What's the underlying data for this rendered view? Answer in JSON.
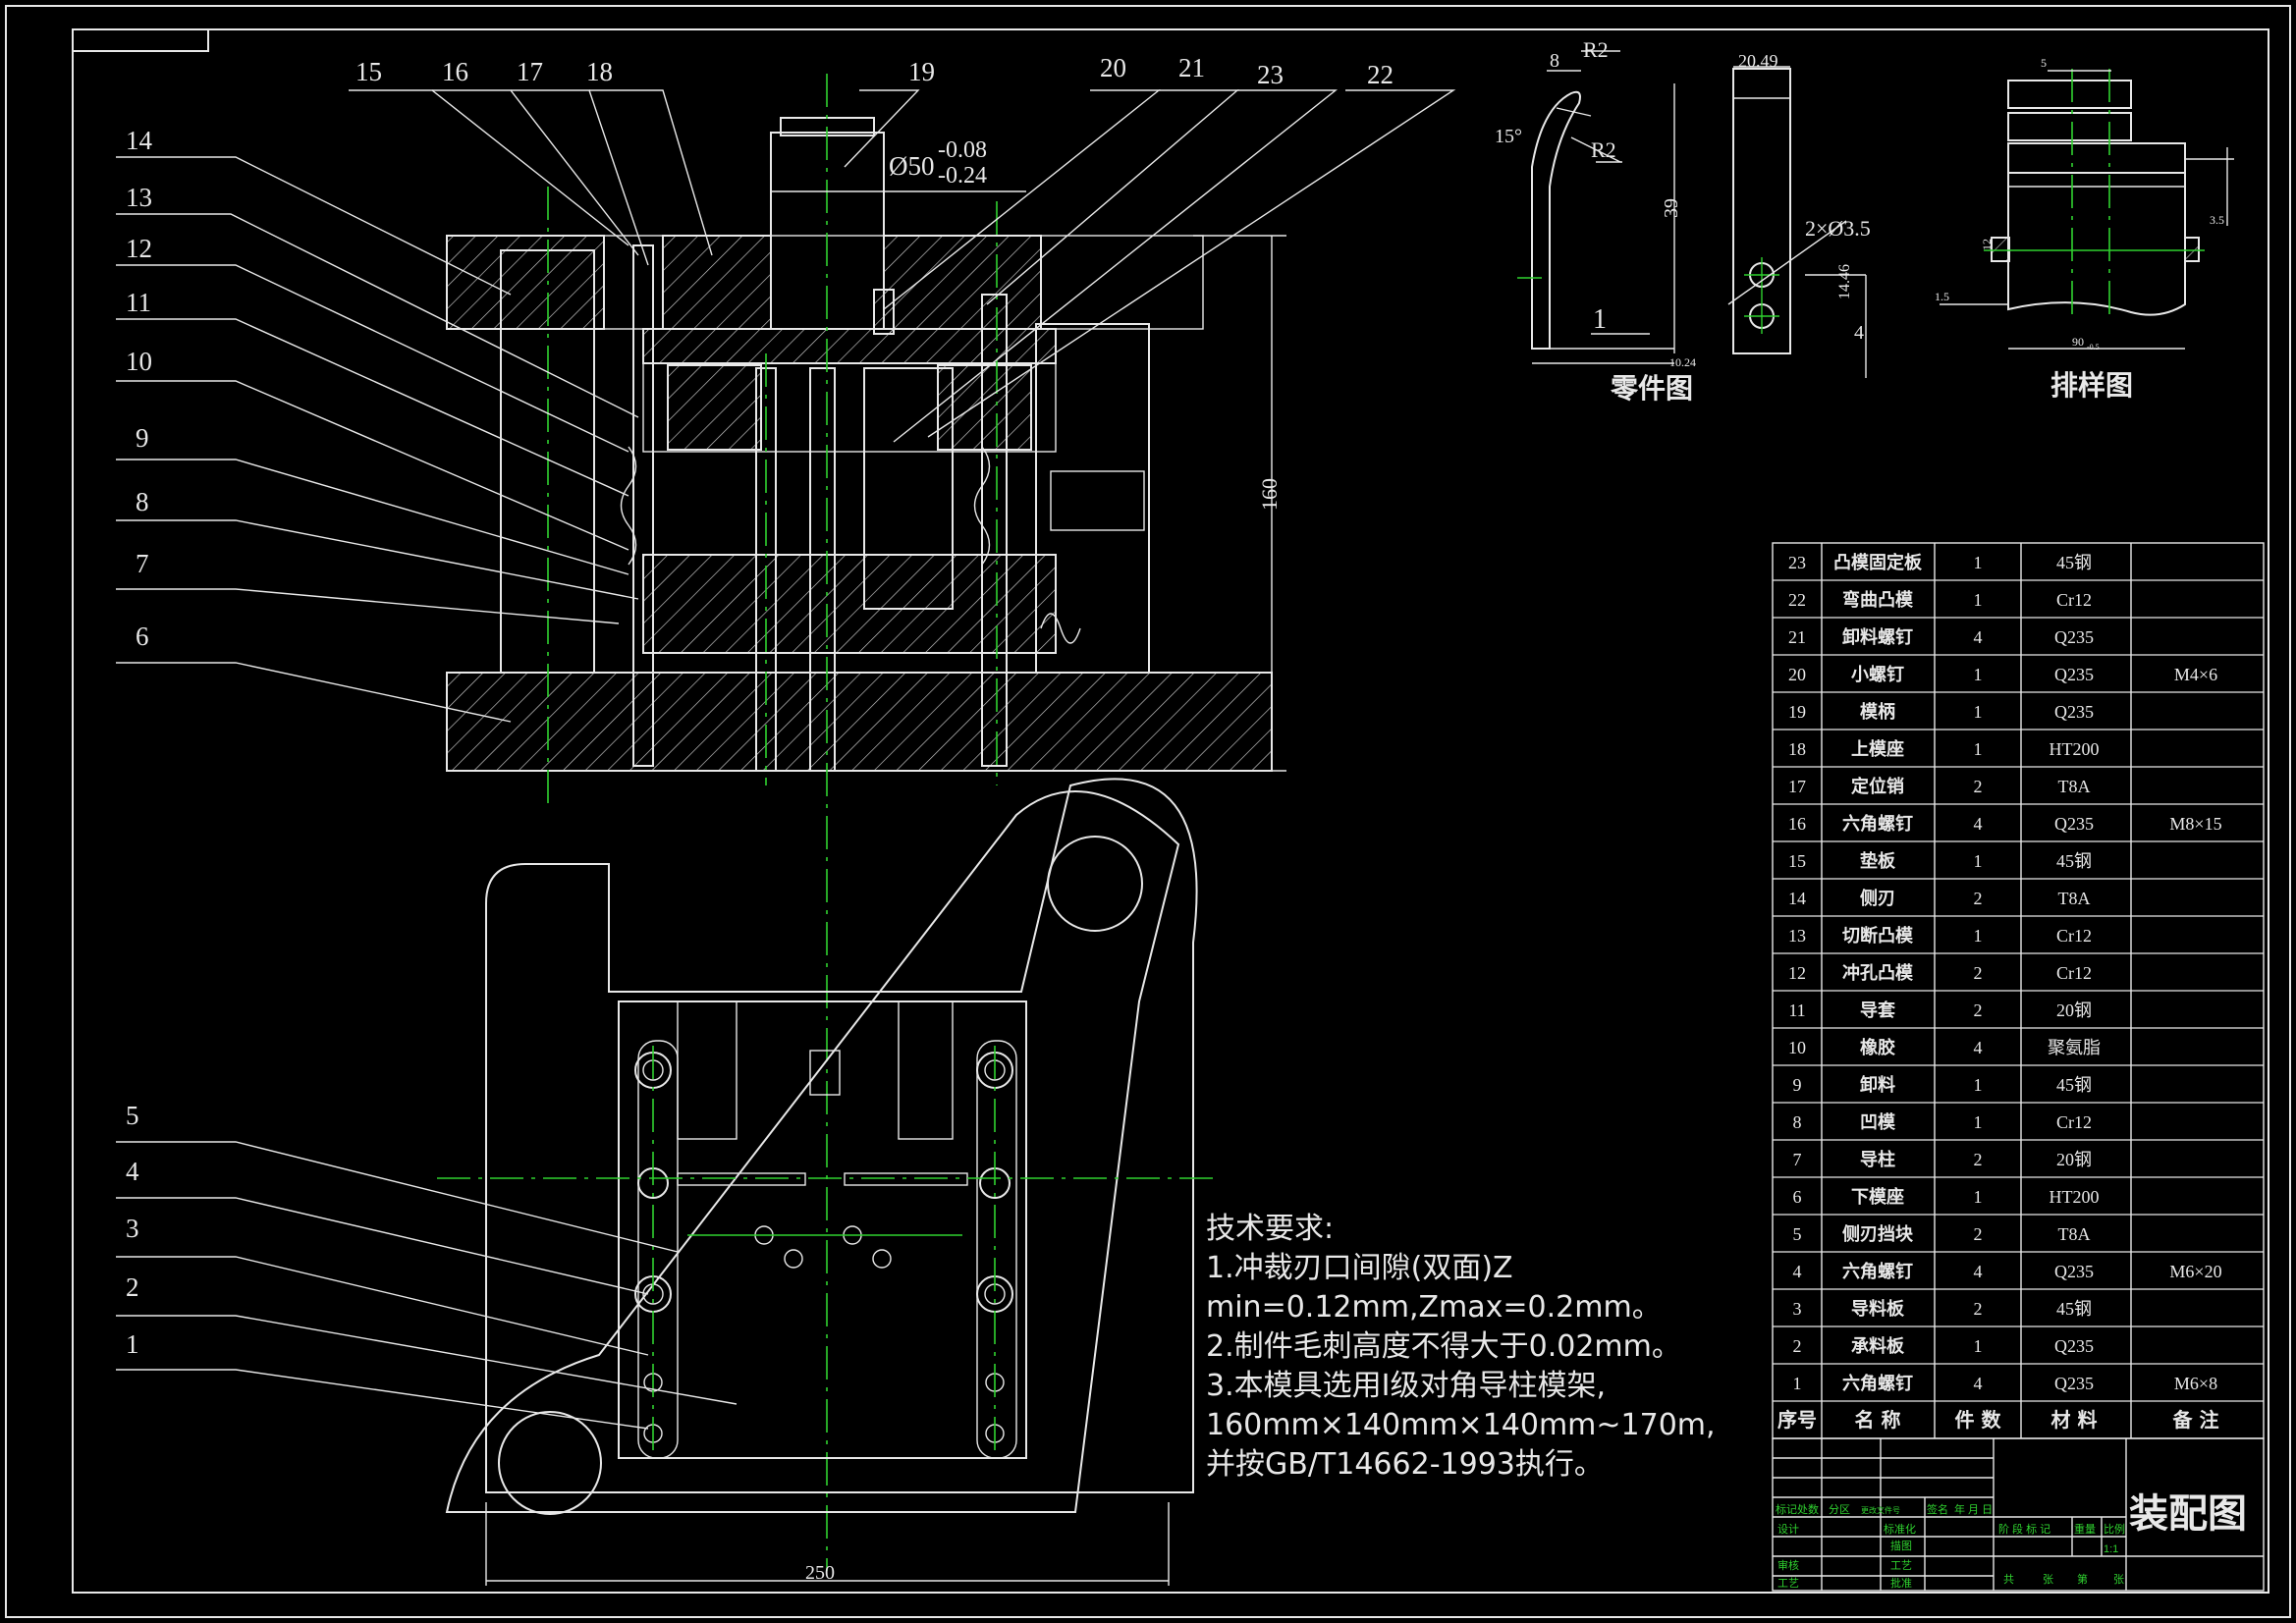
{
  "drawing_title": "装配图",
  "part_view_label": "零件图",
  "layout_view_label": "排样图",
  "main_dims": {
    "shank_diameter": "Ø50",
    "shank_tol_upper": "-0.08",
    "shank_tol_lower": "-0.24",
    "height": "160",
    "width": "250"
  },
  "part_dims": {
    "d8": "8",
    "r2a": "R2",
    "r2b": "R2",
    "angle": "15°",
    "h39": "39",
    "t1": "1",
    "w1024": "10.24",
    "w2049": "20.49",
    "holes": "2×Ø3.5",
    "p1446": "14.46",
    "p4": "4"
  },
  "layout_dims": {
    "s5": "5",
    "s35": "3.5",
    "s15": "1.5",
    "s12": "12",
    "w90": "90",
    "w90tol": "-0.5"
  },
  "balloons_left": [
    "14",
    "13",
    "12",
    "11",
    "10",
    "9",
    "8",
    "7",
    "6",
    "5",
    "4",
    "3",
    "2",
    "1"
  ],
  "balloons_top": [
    "15",
    "16",
    "17",
    "18",
    "19",
    "20",
    "21",
    "23",
    "22"
  ],
  "notes": {
    "title": "技术要求:",
    "l1": "1.冲裁刃口间隙(双面)Z",
    "l2": "min=0.12mm,Zmax=0.2mm。",
    "l3": "2.制件毛刺高度不得大于0.02mm。",
    "l4": "3.本模具选用Ⅰ级对角导柱模架,",
    "l5": "160mm×140mm×140mm~170m,",
    "l6": "并按GB/T14662-1993执行。"
  },
  "bom_header": {
    "no": "序号",
    "name": "名  称",
    "qty": "件 数",
    "mat": "材  料",
    "remark": "备  注"
  },
  "bom": [
    {
      "no": "23",
      "name": "凸模固定板",
      "qty": "1",
      "mat": "45钢",
      "remark": ""
    },
    {
      "no": "22",
      "name": "弯曲凸模",
      "qty": "1",
      "mat": "Cr12",
      "remark": ""
    },
    {
      "no": "21",
      "name": "卸料螺钉",
      "qty": "4",
      "mat": "Q235",
      "remark": ""
    },
    {
      "no": "20",
      "name": "小螺钉",
      "qty": "1",
      "mat": "Q235",
      "remark": "M4×6"
    },
    {
      "no": "19",
      "name": "模柄",
      "qty": "1",
      "mat": "Q235",
      "remark": ""
    },
    {
      "no": "18",
      "name": "上模座",
      "qty": "1",
      "mat": "HT200",
      "remark": ""
    },
    {
      "no": "17",
      "name": "定位销",
      "qty": "2",
      "mat": "T8A",
      "remark": ""
    },
    {
      "no": "16",
      "name": "六角螺钉",
      "qty": "4",
      "mat": "Q235",
      "remark": "M8×15"
    },
    {
      "no": "15",
      "name": "垫板",
      "qty": "1",
      "mat": "45钢",
      "remark": ""
    },
    {
      "no": "14",
      "name": "侧刃",
      "qty": "2",
      "mat": "T8A",
      "remark": ""
    },
    {
      "no": "13",
      "name": "切断凸模",
      "qty": "1",
      "mat": "Cr12",
      "remark": ""
    },
    {
      "no": "12",
      "name": "冲孔凸模",
      "qty": "2",
      "mat": "Cr12",
      "remark": ""
    },
    {
      "no": "11",
      "name": "导套",
      "qty": "2",
      "mat": "20钢",
      "remark": ""
    },
    {
      "no": "10",
      "name": "橡胶",
      "qty": "4",
      "mat": "聚氨脂",
      "remark": ""
    },
    {
      "no": "9",
      "name": "卸料",
      "qty": "1",
      "mat": "45钢",
      "remark": ""
    },
    {
      "no": "8",
      "name": "凹模",
      "qty": "1",
      "mat": "Cr12",
      "remark": ""
    },
    {
      "no": "7",
      "name": "导柱",
      "qty": "2",
      "mat": "20钢",
      "remark": ""
    },
    {
      "no": "6",
      "name": "下模座",
      "qty": "1",
      "mat": "HT200",
      "remark": ""
    },
    {
      "no": "5",
      "name": "侧刃挡块",
      "qty": "2",
      "mat": "T8A",
      "remark": ""
    },
    {
      "no": "4",
      "name": "六角螺钉",
      "qty": "4",
      "mat": "Q235",
      "remark": "M6×20"
    },
    {
      "no": "3",
      "name": "导料板",
      "qty": "2",
      "mat": "45钢",
      "remark": ""
    },
    {
      "no": "2",
      "name": "承料板",
      "qty": "1",
      "mat": "Q235",
      "remark": ""
    },
    {
      "no": "1",
      "name": "六角螺钉",
      "qty": "4",
      "mat": "Q235",
      "remark": "M6×8"
    }
  ],
  "title_block": {
    "r1": [
      "标记",
      "处数",
      "分区",
      "更改文件号",
      "签名",
      "年 月 日"
    ],
    "design": "设计",
    "std": "标准化",
    "draw": "描图",
    "check": "审核",
    "proc": "工艺",
    "approve": "批准",
    "stage_hdr": [
      "阶 段 标 记",
      "重量",
      "比例"
    ],
    "scale": "1:1",
    "sheets": [
      "共",
      "张",
      "第",
      "张"
    ]
  },
  "colors": {
    "line": "#e8e8e8",
    "center": "#2fd12f",
    "bg": "#000000"
  }
}
